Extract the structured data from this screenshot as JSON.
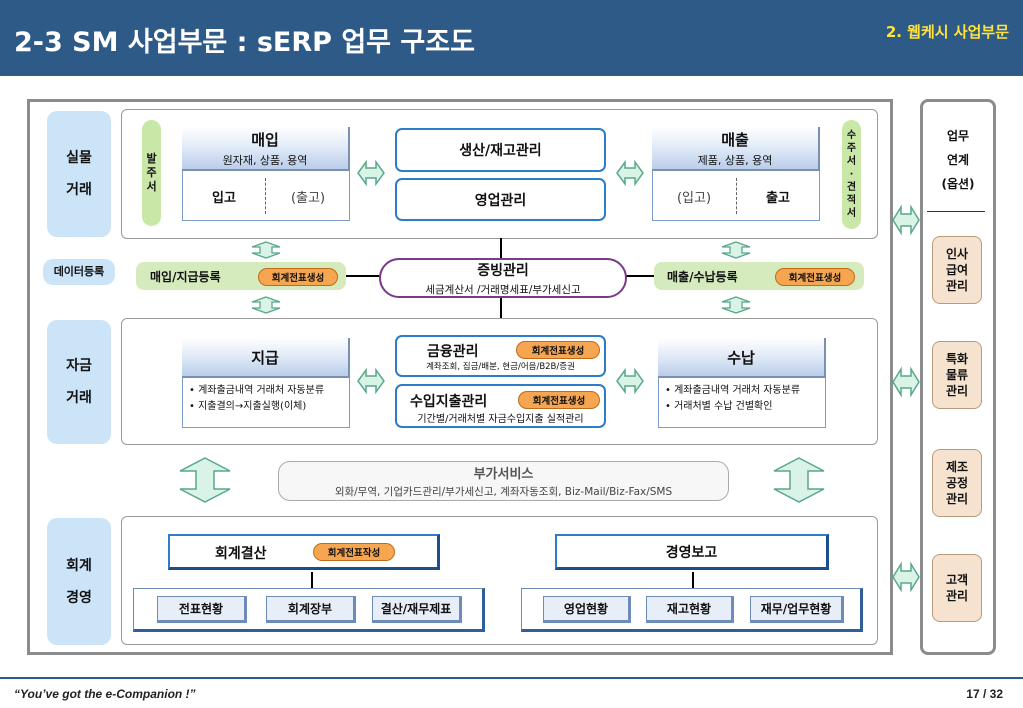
{
  "header": {
    "title": "2-3 SM 사업부문 : sERP 업무 구조도",
    "section": "2. 웹케시 사업부문"
  },
  "rows": {
    "real": [
      "실물",
      "거래"
    ],
    "data": "데이터등록",
    "funds": [
      "자금",
      "거래"
    ],
    "accounting": [
      "회계",
      "경영"
    ]
  },
  "tags": {
    "order": [
      "발",
      "주",
      "서"
    ],
    "receive": [
      "수",
      "주",
      "서",
      "·",
      "견",
      "적",
      "서"
    ]
  },
  "purchase": {
    "title": "매입",
    "sub": "원자재, 상품, 용역",
    "in": "입고",
    "out": "(출고)"
  },
  "sales": {
    "title": "매출",
    "sub": "제품, 상품, 용역",
    "in": "(입고)",
    "out": "출고"
  },
  "center": {
    "production": "생산/재고관리",
    "business": "영업관리"
  },
  "evidence": {
    "title": "증빙관리",
    "sub": "세금계산서 /거래명세표/부가세신고"
  },
  "registration": {
    "left": "매입/지급등록",
    "right": "매출/수납등록",
    "badge": "회계전표생성"
  },
  "finance": {
    "title": "금융관리",
    "sub": "계좌조회, 집금/배분, 현금/어음/B2B/증권",
    "badge": "회계전표생성"
  },
  "income": {
    "title": "수입지출관리",
    "sub": "기간별/거래처별 자금수입지출 실적관리",
    "badge": "회계전표생성"
  },
  "payment": {
    "title": "지급",
    "bullets": [
      "• 계좌출금내역 거래처 자동분류",
      "• 지출결의→지출실행(이체)"
    ]
  },
  "receipt": {
    "title": "수납",
    "bullets": [
      "• 계좌출금내역 거래처 자동분류",
      "• 거래처별 수납 건별확인"
    ]
  },
  "addon": {
    "title": "부가서비스",
    "sub": "외화/무역, 기업카드관리/부가세신고, 계좌자동조회, Biz-Mail/Biz-Fax/SMS"
  },
  "closing": {
    "title": "회계결산",
    "badge": "회계전표작성",
    "items": [
      "전표현황",
      "회계장부",
      "결산/재무제표"
    ]
  },
  "report": {
    "title": "경영보고",
    "items": [
      "영업현황",
      "재고현황",
      "재무/업무현황"
    ]
  },
  "right_panel": {
    "header": [
      "업무",
      "연계",
      "(옵션)"
    ],
    "items": [
      [
        "인사",
        "급여",
        "관리"
      ],
      [
        "특화",
        "물류",
        "관리"
      ],
      [
        "제조",
        "공정",
        "관리"
      ],
      [
        "고객",
        "관리"
      ]
    ]
  },
  "footer": {
    "slogan": "“You’ve got the e-Companion !”",
    "page": "17 / 32"
  },
  "colors": {
    "header_bg": "#2e5a88",
    "section_text": "#ffe23a",
    "accent_blue": "#2d7cc8",
    "badge_orange": "#f6a651",
    "tag_green": "#c9e8a8",
    "row_label_blue": "#cbe4f8",
    "option_peach": "#f6e3cf"
  }
}
